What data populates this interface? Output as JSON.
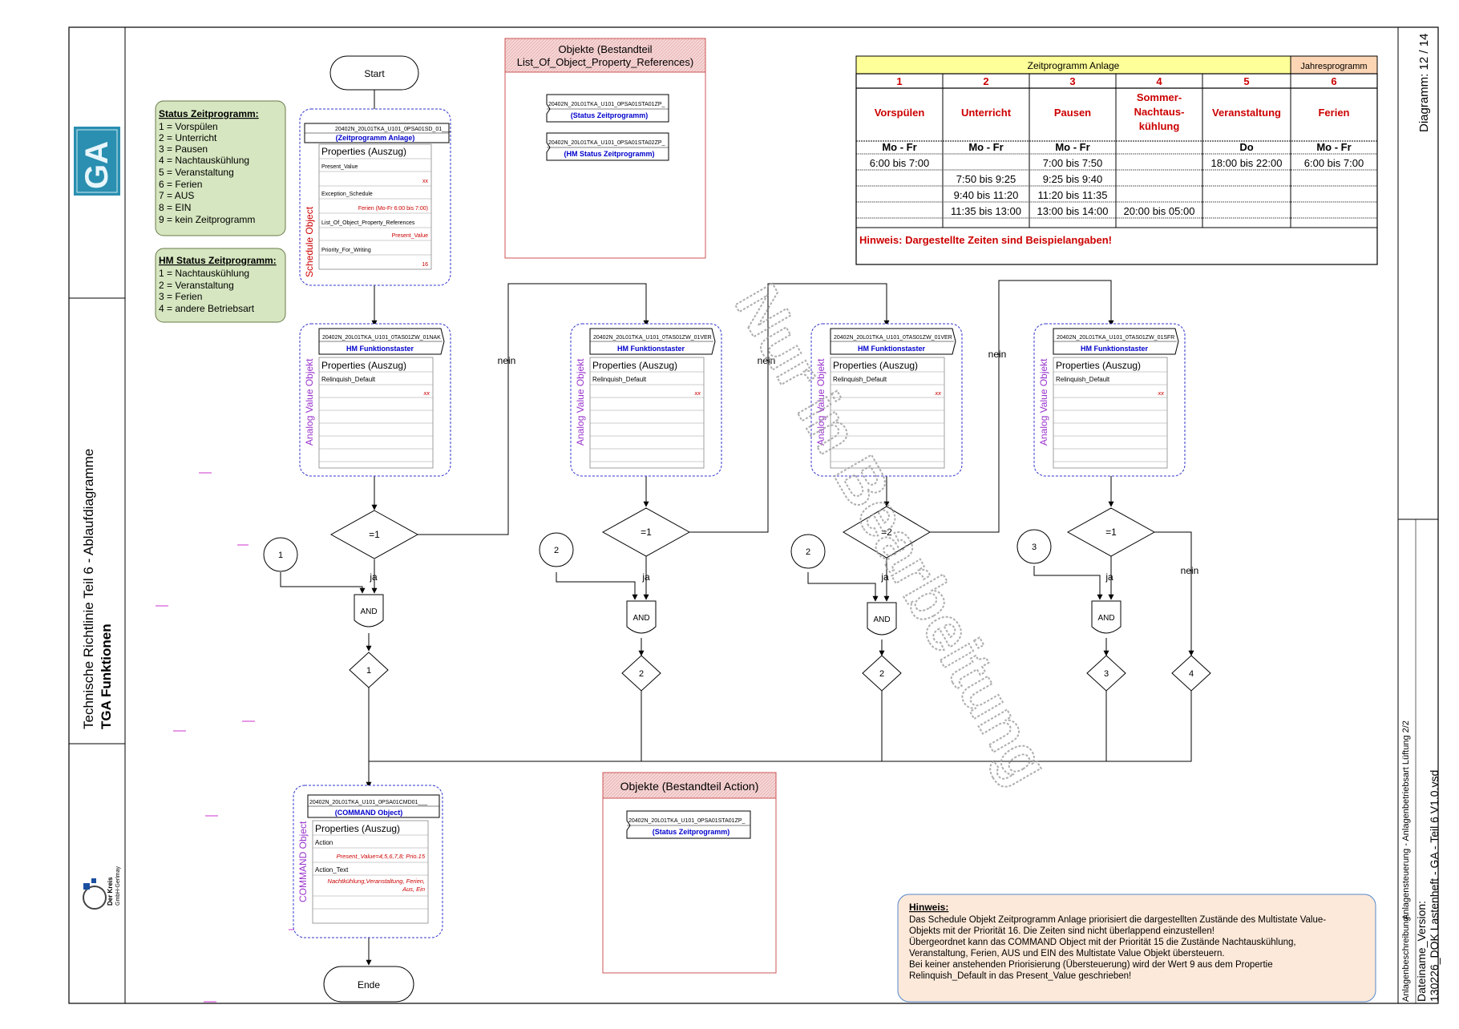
{
  "title_block": {
    "line1": "Technische Richtlinie Teil 6 - Ablaufdiagramme",
    "line2": "TGA Funktionen",
    "diagram_no": "Diagramm: 12 / 14",
    "anlagenbeschreibung_label": "Anlagenbeschreibung:",
    "anlagenbeschreibung_value": "Anlagensteuerung - Anlagenbetriebsart Lüftung 2/2",
    "dateiname_label": "Dateiname_Version:",
    "dateiname_value": "130226_DOK Lastenheft - GA - Teil 6 V1.0.vsd",
    "logo_ga": "GA",
    "logo2_line1": "Der Kreis",
    "logo2_line2": "GmbH-Gerlmay"
  },
  "watermark": "Nur in Bearbeitung",
  "legend_status": {
    "title": "Status Zeitprogramm:",
    "items": [
      "1 = Vorspülen",
      "2 = Unterricht",
      "3 = Pausen",
      "4 = Nachtauskühlung",
      "5 = Veranstaltung",
      "6 = Ferien",
      "7 = AUS",
      "8 = EIN",
      "9 = kein Zeitprogramm"
    ]
  },
  "legend_hm": {
    "title": "HM Status Zeitprogramm:",
    "items": [
      "1 = Nachtauskühlung",
      "2 = Veranstaltung",
      "3 = Ferien",
      "4 = andere Betriebsart"
    ]
  },
  "objects_box1": {
    "title_l1": "Objekte (Bestandteil",
    "title_l2": "List_Of_Object_Property_References)",
    "tags": [
      {
        "id": "20402N_20L01TKA_U101_0PSA01STA01ZP_",
        "label": "(Status Zeitprogramm)"
      },
      {
        "id": "20402N_20L01TKA_U101_0PSA01STA02ZP_",
        "label": "(HM Status Zeitprogramm)"
      }
    ]
  },
  "objects_box2": {
    "title": "Objekte (Bestandteil Action)",
    "tags": [
      {
        "id": "20402N_20L01TKA_U101_0PSA01STA01ZP_",
        "label": "(Status Zeitprogramm)"
      }
    ]
  },
  "table": {
    "header_main": "Zeitprogramm Anlage",
    "header_year": "Jahresprogramm",
    "numbers": [
      "1",
      "2",
      "3",
      "4",
      "5",
      "6"
    ],
    "names": [
      "Vorspülen",
      "Unterricht",
      "Pausen",
      "Sommer-|Nachtaus-|kühlung",
      "Veranstaltung",
      "Ferien"
    ],
    "days": [
      "Mo - Fr",
      "Mo - Fr",
      "Mo - Fr",
      "",
      "Do",
      "Mo - Fr"
    ],
    "rows": [
      [
        "6:00 bis 7:00",
        "",
        "7:00 bis 7:50",
        "",
        "18:00 bis 22:00",
        "6:00 bis 7:00"
      ],
      [
        "",
        "7:50 bis 9:25",
        "9:25 bis 9:40",
        "",
        "",
        ""
      ],
      [
        "",
        "9:40 bis 11:20",
        "11:20 bis 11:35",
        "",
        "",
        ""
      ],
      [
        "",
        "11:35 bis 13:00",
        "13:00 bis 14:00",
        "20:00 bis 05:00",
        "",
        ""
      ]
    ],
    "note": "Hinweis: Dargestellte Zeiten sind Beispielangaben!"
  },
  "flow": {
    "start": "Start",
    "end": "Ende",
    "schedule": {
      "side": "Schedule Object",
      "tag_id": "20402N_20L01TKA_U101_0PSA01SD_01___",
      "tag_label": "(Zeitprogramm Anlage)",
      "header": "Properties (Auszug)",
      "p1": "Present_Value",
      "v1": "xx",
      "p2": "Exception_Schedule",
      "v2": "Ferien (Mo-Fr 6:00 bis 7:00)",
      "p3": "List_Of_Object_Property_References",
      "v3": "Present_Value",
      "p4": "Priority_For_Writing",
      "v4": "16"
    },
    "av_objects": [
      {
        "side": "Analog Value Objekt",
        "tag_id": "20402N_20L01TKA_U101_0TAS01ZW_01NAK",
        "tag_label": "HM Funktionstaster",
        "header": "Properties (Auszug)",
        "prop": "Relinquish_Default",
        "val": "xx"
      },
      {
        "side": "Analog Value Objekt",
        "tag_id": "20402N_20L01TKA_U101_0TAS01ZW_01VER",
        "tag_label": "HM Funktionstaster",
        "header": "Properties (Auszug)",
        "prop": "Relinquish_Default",
        "val": "xx"
      },
      {
        "side": "Analog Value Objekt",
        "tag_id": "20402N_20L01TKA_U101_0TAS01ZW_01VER",
        "tag_label": "HM Funktionstaster",
        "header": "Properties (Auszug)",
        "prop": "Relinquish_Default",
        "val": "xx"
      },
      {
        "side": "Analog Value Objekt",
        "tag_id": "20402N_20L01TKA_U101_0TAS01ZW_01SFR",
        "tag_label": "HM Funktionstaster",
        "header": "Properties (Auszug)",
        "prop": "Relinquish_Default",
        "val": "xx"
      }
    ],
    "decisions": [
      "=1",
      "=1",
      "=2",
      "=1"
    ],
    "yes": "ja",
    "no": "nein",
    "connectors_in": [
      "1",
      "2",
      "2",
      "3"
    ],
    "and_label": "AND",
    "connectors_out": [
      "1",
      "2",
      "2",
      "3",
      "4"
    ],
    "command": {
      "side": "COMMAND Object",
      "tag_id": "20402N_20L01TKA_U101_0PSA01CMD01___",
      "tag_label": "(COMMAND Object)",
      "header": "Properties (Auszug)",
      "p1": "Action",
      "v1": "Present_Value=4,5,6,7,8; Prio.15",
      "p2": "Action_Text",
      "v2a": "Nachtkühlung,Veranstaltung, Ferien,",
      "v2b": "Aus, Ein"
    }
  },
  "note": {
    "title": "Hinweis:",
    "lines": [
      "Das Schedule Objekt Zeitprogramm Anlage priorisiert die dargestellten Zustände des Multistate Value-",
      "Objekts mit der Priorität 16. Die Zeiten sind nicht überlappend einzustellen!",
      "Übergeordnet kann das COMMAND Object mit der Priorität 15 die Zustände Nachtauskühlung,",
      "Veranstaltung, Ferien, AUS und EIN des Multistate Value Objekt übersteuern.",
      "Bei keiner anstehenden Priorisierung (Übersteuerung) wird der Wert 9 aus dem Propertie",
      "Relinquish_Default in das Present_Value geschrieben!"
    ]
  },
  "colors": {
    "object_red": "#cc0000",
    "object_blue": "#0000cc",
    "object_purple": "#9933cc",
    "legend_green": "#d6e6c0",
    "table_yellow": "#ffff99",
    "table_orange": "#fcd5b4",
    "note_fill": "#fde9d9",
    "objects_box_fill": "#f4d0d0"
  }
}
